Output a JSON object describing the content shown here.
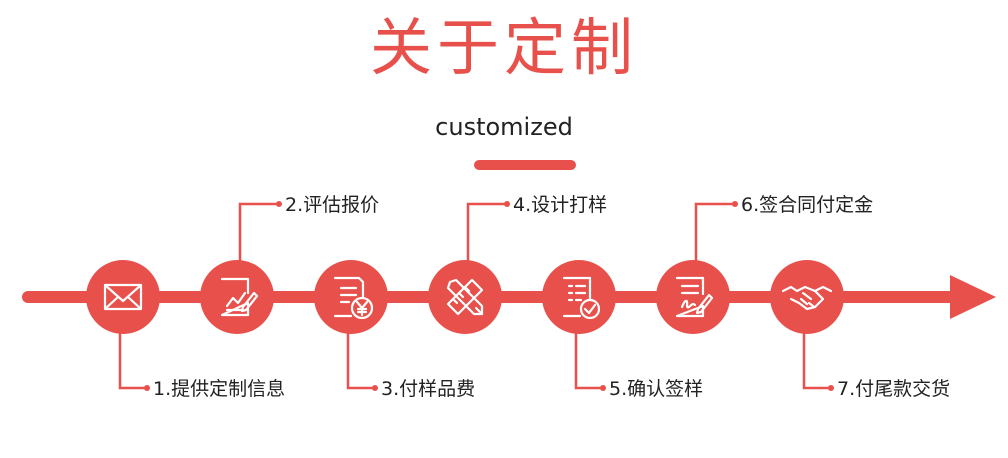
{
  "header": {
    "title": "关于定制",
    "subtitle": "customized"
  },
  "colors": {
    "accent": "#e8514b",
    "text": "#222222",
    "icon_stroke": "#ffffff"
  },
  "steps": [
    {
      "label": "1.提供定制信息",
      "icon": "envelope-icon",
      "position": "below"
    },
    {
      "label": "2.评估报价",
      "icon": "chart-edit-icon",
      "position": "above"
    },
    {
      "label": "3.付样品费",
      "icon": "document-yen-icon",
      "position": "below"
    },
    {
      "label": "4.设计打样",
      "icon": "pencil-ruler-icon",
      "position": "above"
    },
    {
      "label": "5.确认签样",
      "icon": "checklist-icon",
      "position": "below"
    },
    {
      "label": "6.签合同付定金",
      "icon": "contract-sign-icon",
      "position": "above"
    },
    {
      "label": "7.付尾款交货",
      "icon": "handshake-icon",
      "position": "below"
    }
  ]
}
